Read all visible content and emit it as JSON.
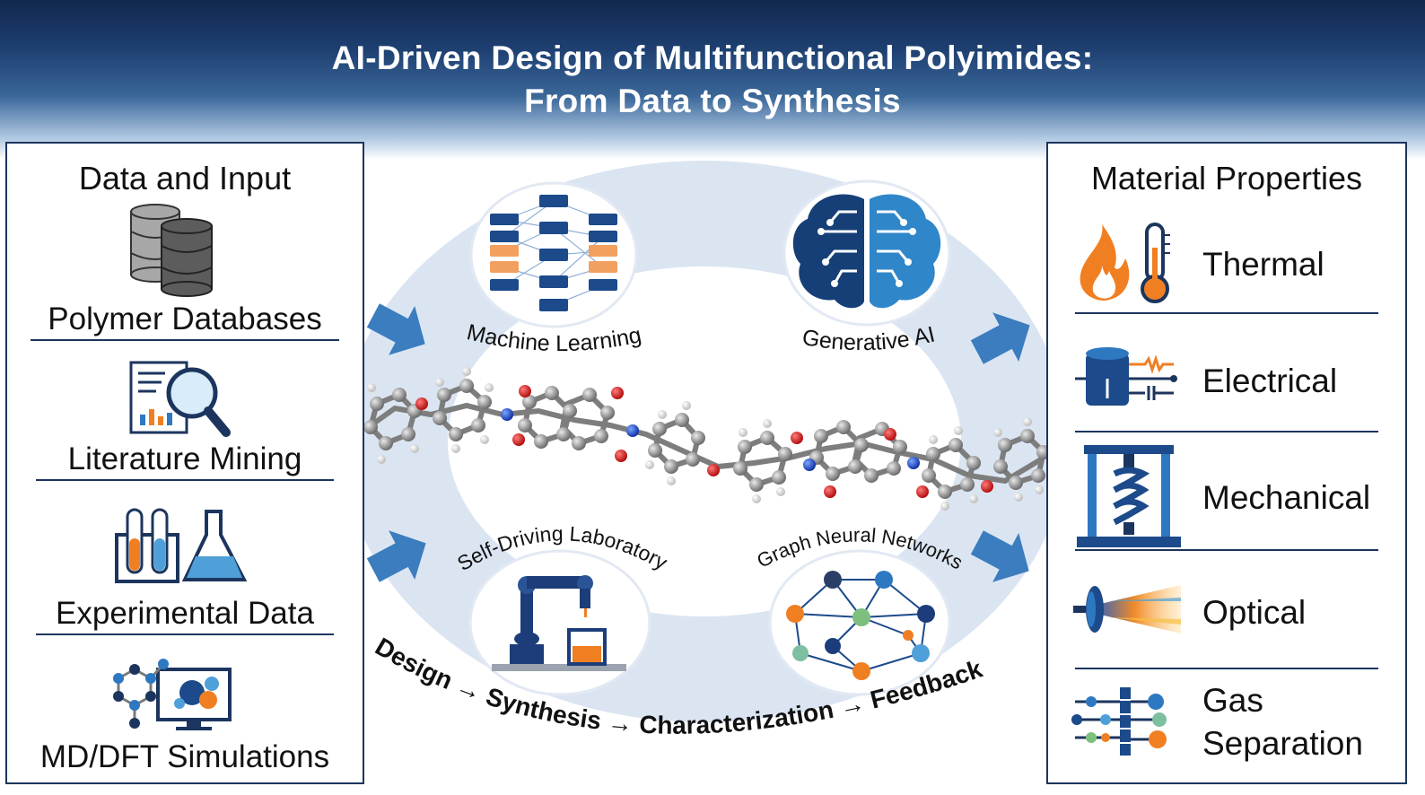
{
  "title": {
    "line1": "AI-Driven Design of Multifunctional Polyimides:",
    "line2": "From Data to Synthesis"
  },
  "left": {
    "title": "Data and Input",
    "items": [
      {
        "label": "Polymer Databases",
        "icon": "database-icon"
      },
      {
        "label": "Literature Mining",
        "icon": "report-magnifier-icon"
      },
      {
        "label": "Experimental Data",
        "icon": "test-tubes-flask-icon"
      },
      {
        "label": "MD/DFT Simulations",
        "icon": "molecule-monitor-icon"
      }
    ]
  },
  "center": {
    "methods": [
      "Machine Learning",
      "Generative AI",
      "Self-Driving Laboratory",
      "Graph Neural Networks"
    ],
    "cycle": {
      "design": "Design",
      "synthesis": "Synthesis",
      "characterization": "Characterization",
      "feedback": "Feedback",
      "arrow": "→"
    }
  },
  "right": {
    "title": "Material Properties",
    "items": [
      {
        "label": "Thermal",
        "icon": "flame-thermometer-icon"
      },
      {
        "label": "Electrical",
        "icon": "capacitor-circuit-icon"
      },
      {
        "label": "Mechanical",
        "icon": "press-spring-icon"
      },
      {
        "label": "Optical",
        "icon": "lens-light-beam-icon"
      },
      {
        "label": "Gas",
        "label2": "Separation",
        "icon": "membrane-separation-icon"
      }
    ]
  },
  "colors": {
    "navy": "#1c355e",
    "ring": "#dbe5f2",
    "arrow": "#3b7dbf",
    "orange": "#f07f22",
    "blue": "#2e78c2"
  }
}
